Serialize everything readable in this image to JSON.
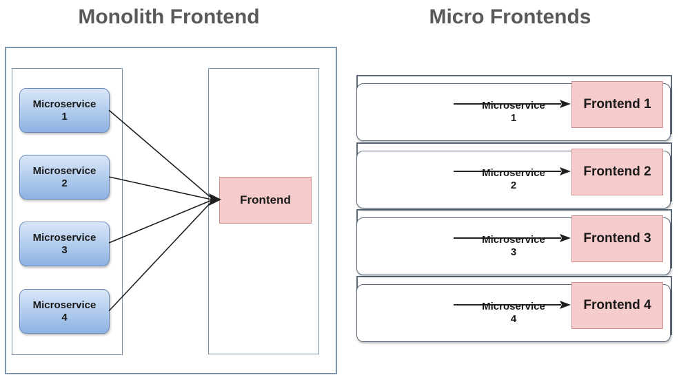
{
  "titles": {
    "monolith": "Monolith Frontend",
    "micro": "Micro Frontends"
  },
  "monolith": {
    "microservices": [
      {
        "label": "Microservice",
        "number": "1"
      },
      {
        "label": "Microservice",
        "number": "2"
      },
      {
        "label": "Microservice",
        "number": "3"
      },
      {
        "label": "Microservice",
        "number": "4"
      }
    ],
    "frontend_label": "Frontend"
  },
  "micro": {
    "rows": [
      {
        "service_label": "Microservice",
        "service_number": "1",
        "frontend_label": "Frontend 1"
      },
      {
        "service_label": "Microservice",
        "service_number": "2",
        "frontend_label": "Frontend 2"
      },
      {
        "service_label": "Microservice",
        "service_number": "3",
        "frontend_label": "Frontend 3"
      },
      {
        "service_label": "Microservice",
        "service_number": "4",
        "frontend_label": "Frontend 4"
      }
    ]
  },
  "colors": {
    "title_text": "#595959",
    "box_text": "#1a1a1a",
    "service_fill_top": "#d9e7f8",
    "service_fill_bottom": "#8db2e3",
    "service_border": "#6b8cba",
    "frontend_fill": "#f5cbcb",
    "frontend_border": "#cf9090",
    "container_border": "#7d93a8",
    "row_border": "#5c6b7c",
    "arrow": "#1f1f1f"
  }
}
